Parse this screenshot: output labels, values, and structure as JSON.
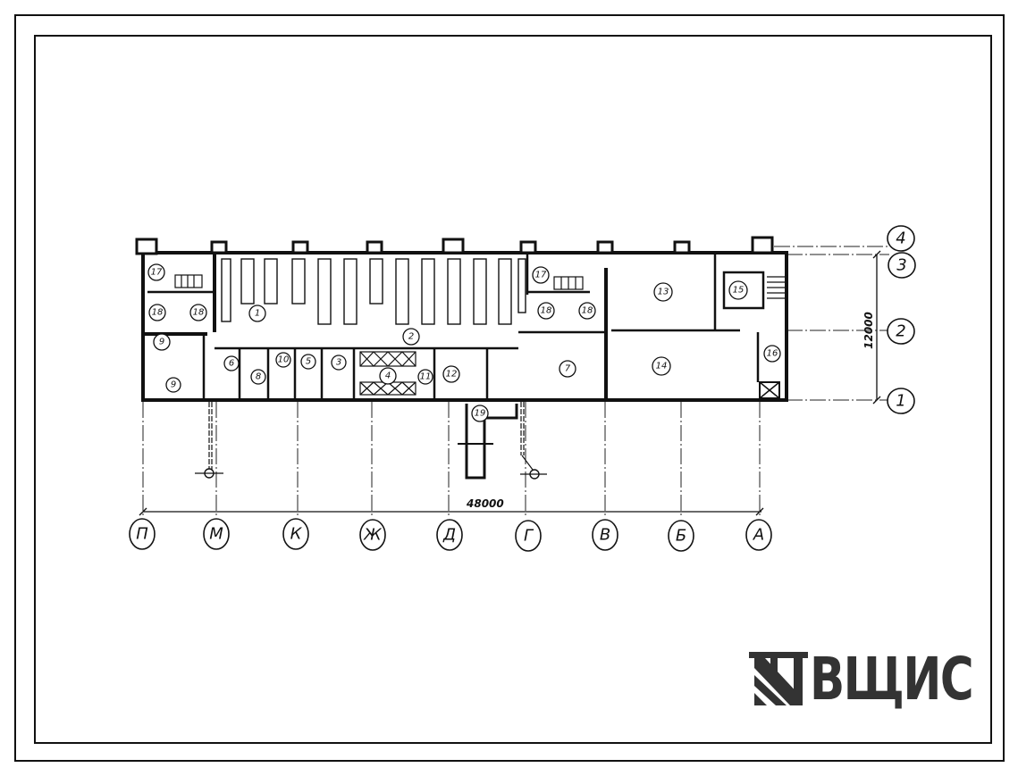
{
  "drawing": {
    "type": "floor-plan",
    "overall_length": "48000",
    "overall_width": "12000",
    "axes_letters": [
      "П",
      "М",
      "К",
      "Ж",
      "Д",
      "Г",
      "В",
      "Б",
      "А"
    ],
    "axes_numbers": [
      "4",
      "3",
      "2",
      "1"
    ],
    "rooms": [
      "1",
      "2",
      "3",
      "4",
      "5",
      "6",
      "7",
      "8",
      "9",
      "9",
      "10",
      "11",
      "12",
      "13",
      "14",
      "15",
      "16",
      "17",
      "17",
      "18",
      "18",
      "18",
      "18",
      "19"
    ]
  },
  "logo": {
    "text": "ВЩИС",
    "color": "#333333"
  },
  "colors": {
    "line": "#111111",
    "background": "#ffffff"
  }
}
